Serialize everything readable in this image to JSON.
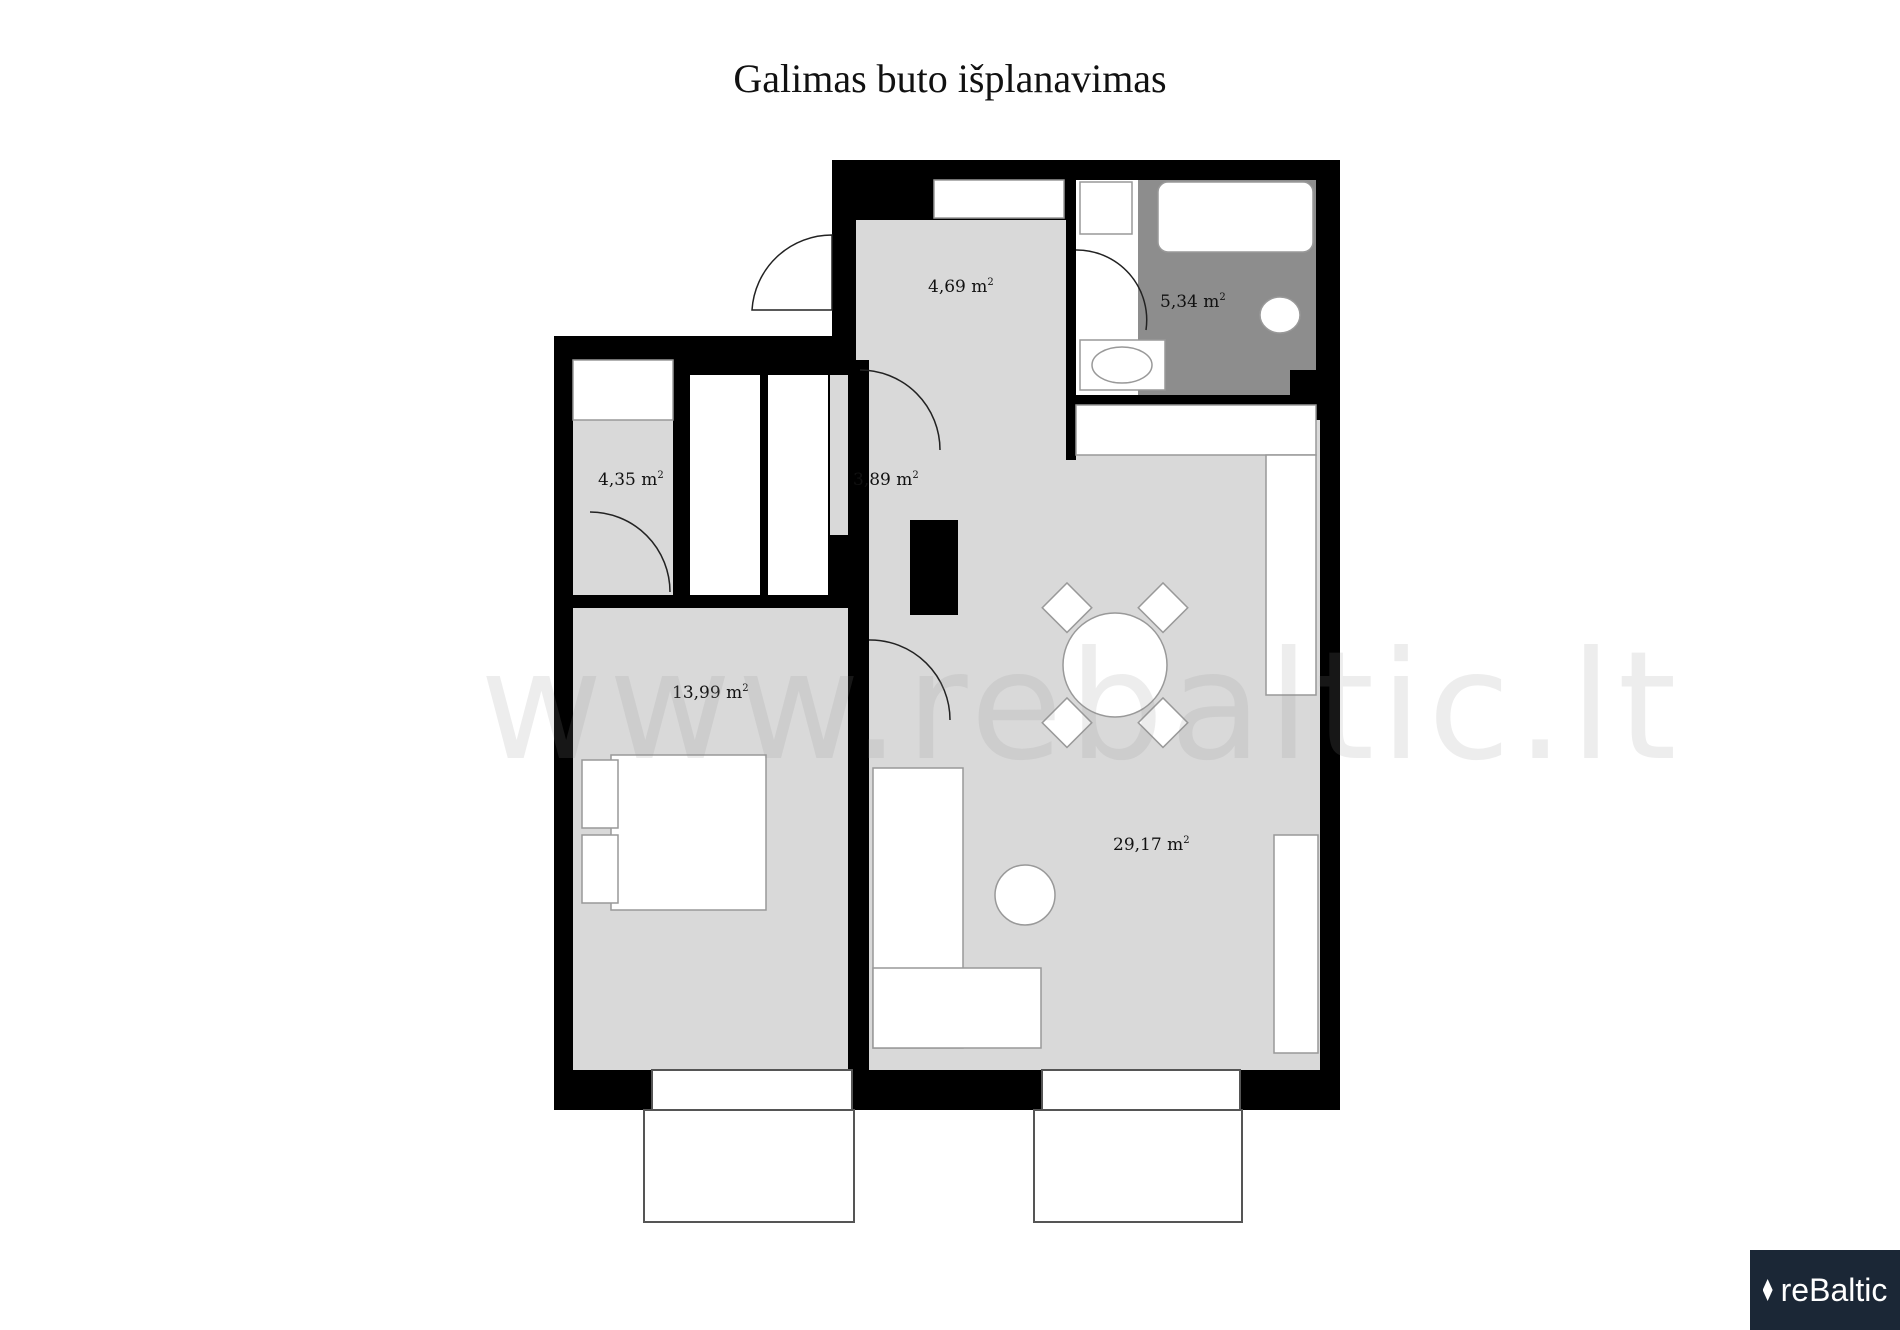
{
  "title": "Galimas buto išplanavimas",
  "rooms": [
    {
      "id": "hall",
      "value": "4,69",
      "unit": "m"
    },
    {
      "id": "bath",
      "value": "5,34",
      "unit": "m"
    },
    {
      "id": "storage-left",
      "value": "4,35",
      "unit": "m"
    },
    {
      "id": "storage-mid",
      "value": "3,89",
      "unit": "m"
    },
    {
      "id": "bedroom",
      "value": "13,99",
      "unit": "m"
    },
    {
      "id": "living",
      "value": "29,17",
      "unit": "m"
    }
  ],
  "sup": "2",
  "watermark": "www.rebaltic.lt",
  "brand": "reBaltic",
  "colors": {
    "wall": "#000000",
    "floor": "#d9d9d9",
    "tile": "#8d8d8d",
    "furniture": "#ffffff"
  }
}
